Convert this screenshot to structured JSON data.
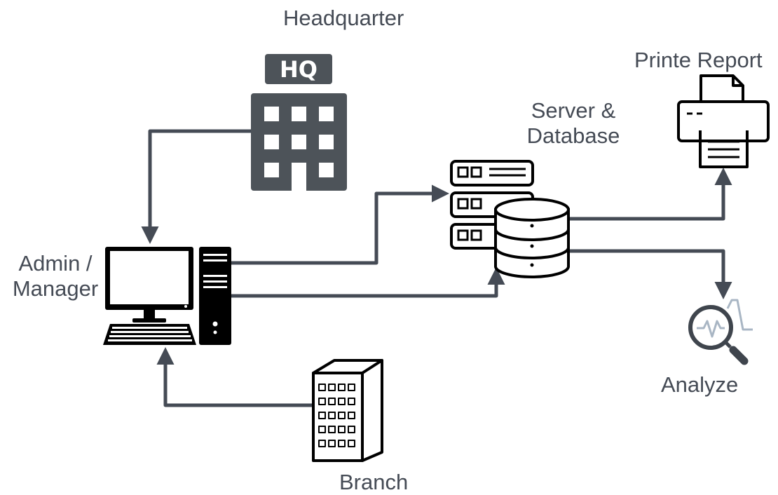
{
  "nodes": {
    "headquarter": {
      "label": "Headquarter",
      "sign": "HQ",
      "icon": "headquarter-building-icon"
    },
    "admin": {
      "label_line1": "Admin /",
      "label_line2": "Manager",
      "icon": "desktop-computer-icon"
    },
    "server": {
      "label_line1": "Server &",
      "label_line2": "Database",
      "icon": "server-database-icon"
    },
    "printer": {
      "label": "Printe Report",
      "icon": "printer-icon"
    },
    "analyze": {
      "label": "Analyze",
      "icon": "analyze-magnifier-icon"
    },
    "branch": {
      "label": "Branch",
      "icon": "branch-building-icon"
    }
  },
  "edges": [
    {
      "from": "headquarter",
      "to": "admin"
    },
    {
      "from": "admin",
      "to": "server"
    },
    {
      "from": "admin",
      "to": "database"
    },
    {
      "from": "database",
      "to": "printer"
    },
    {
      "from": "database",
      "to": "analyze"
    },
    {
      "from": "branch",
      "to": "admin"
    }
  ],
  "colors": {
    "icon_dark": "#4d5359",
    "connector": "#454b55",
    "label": "#454b55",
    "outline": "#000000",
    "analyze_accent": "#a9b6c4"
  }
}
